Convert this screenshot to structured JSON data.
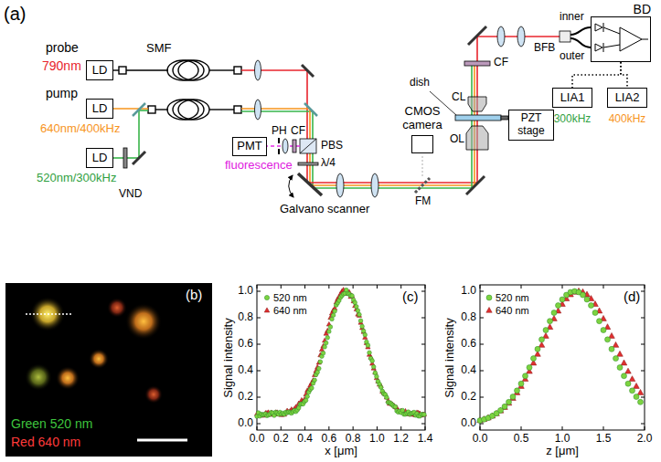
{
  "diagram": {
    "nodes": [
      {
        "text": [
          "LD"
        ]
      },
      {
        "text": [
          "LD"
        ]
      },
      {
        "text": [
          "LD"
        ]
      },
      {
        "text": [
          "PMT"
        ]
      },
      {
        "text": [
          "CMOS camera"
        ]
      },
      {
        "text": [
          "PZT stage"
        ]
      },
      {
        "text": [
          "BD"
        ]
      },
      {
        "text": [
          "LIA1"
        ]
      },
      {
        "text": [
          "LIA2"
        ]
      }
    ],
    "edges": [
      {
        "from": 6,
        "to": 7,
        "arrow": "none"
      },
      {
        "from": 6,
        "to": 8,
        "arrow": "none"
      }
    ],
    "labels": [
      "(a)",
      "probe",
      "790nm",
      "pump",
      "640nm/400kHz",
      "520nm/300kHz",
      "SMF",
      "VND",
      "PH",
      "CF",
      "PBS",
      "λ/4",
      "fluorescence",
      "Galvano scanner",
      "FM",
      "dish",
      "CL",
      "OL",
      "CF",
      "BFB",
      "inner",
      "outer",
      "300kHz",
      "400kHz",
      "(b)",
      "Green 520 nm",
      "Red 640 nm",
      "(c)",
      "Signal intensity",
      "0.0",
      "0.2",
      "0.4",
      "0.6",
      "0.8",
      "1.0",
      "0.0",
      "0.2",
      "0.4",
      "0.6",
      "0.8",
      "1.0",
      "1.2",
      "1.4",
      "x [μm]",
      "(d)",
      "Signal intensity",
      "0.0",
      "0.2",
      "0.4",
      "0.6",
      "0.8",
      "1.0",
      "0.0",
      "0.5",
      "1.0",
      "1.5",
      "2.0",
      "z [μm]"
    ],
    "legend": [
      {
        "text": "520 nm"
      },
      {
        "text": "640 nm"
      },
      {
        "text": "520 nm"
      },
      {
        "text": "640 nm"
      }
    ]
  }
}
